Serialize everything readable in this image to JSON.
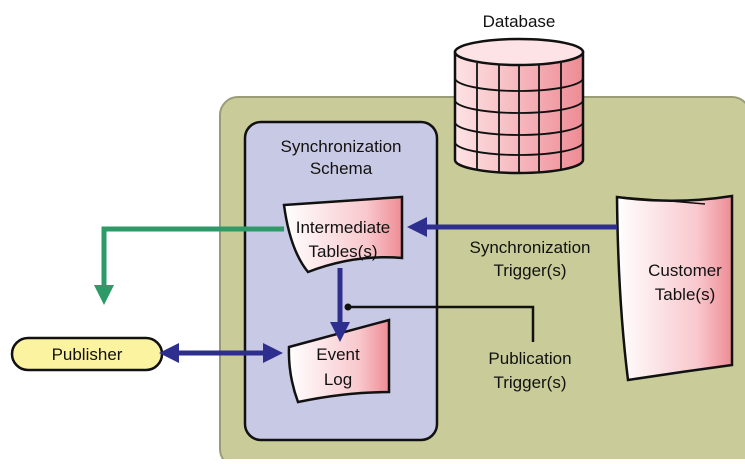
{
  "database": {
    "label": "Database"
  },
  "schema": {
    "label_line1": "Synchronization",
    "label_line2": "Schema"
  },
  "intermediate_tables": {
    "line1": "Intermediate",
    "line2": "Tables(s)"
  },
  "event_log": {
    "line1": "Event",
    "line2": "Log"
  },
  "customer_table": {
    "line1": "Customer",
    "line2": "Table(s)"
  },
  "sync_trigger": {
    "line1": "Synchronization",
    "line2": "Trigger(s)"
  },
  "pub_trigger": {
    "line1": "Publication",
    "line2": "Trigger(s)"
  },
  "publisher": {
    "label": "Publisher"
  },
  "colors": {
    "server_area": "#c9cc98",
    "schema_box": "#c8c9e4",
    "arrow_blue": "#2e2e8e",
    "arrow_green": "#2e9a67",
    "publisher_fill": "#fbf3a0",
    "pink": "#f2a0a6"
  }
}
